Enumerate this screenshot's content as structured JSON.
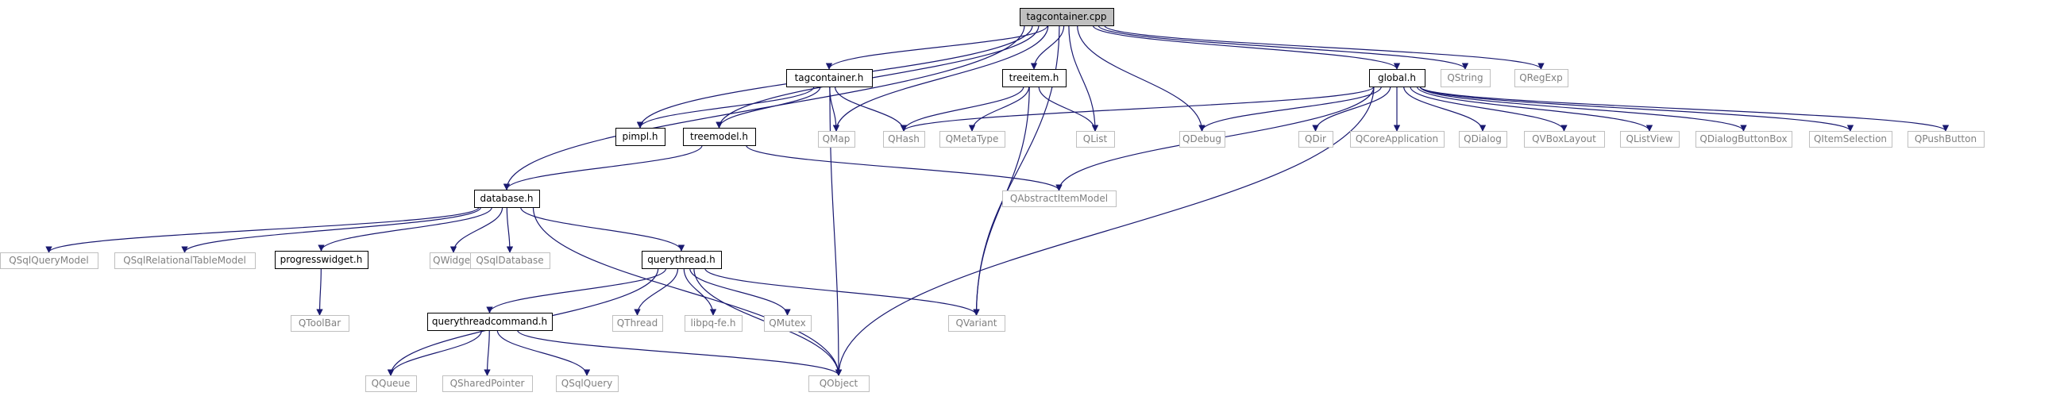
{
  "diagram": {
    "nodes": [
      {
        "id": "tagcontainer_cpp",
        "label": "tagcontainer.cpp",
        "style": "root"
      },
      {
        "id": "tagcontainer_h",
        "label": "tagcontainer.h",
        "style": "local"
      },
      {
        "id": "treeitem_h",
        "label": "treeitem.h",
        "style": "local"
      },
      {
        "id": "global_h",
        "label": "global.h",
        "style": "local"
      },
      {
        "id": "QString",
        "label": "QString",
        "style": "external"
      },
      {
        "id": "QRegExp",
        "label": "QRegExp",
        "style": "external"
      },
      {
        "id": "pimpl_h",
        "label": "pimpl.h",
        "style": "local"
      },
      {
        "id": "treemodel_h",
        "label": "treemodel.h",
        "style": "local"
      },
      {
        "id": "QMap",
        "label": "QMap",
        "style": "external"
      },
      {
        "id": "QHash",
        "label": "QHash",
        "style": "external"
      },
      {
        "id": "QMetaType",
        "label": "QMetaType",
        "style": "external"
      },
      {
        "id": "QList",
        "label": "QList",
        "style": "external"
      },
      {
        "id": "QDebug",
        "label": "QDebug",
        "style": "external"
      },
      {
        "id": "QDir",
        "label": "QDir",
        "style": "external"
      },
      {
        "id": "QCoreApplication",
        "label": "QCoreApplication",
        "style": "external"
      },
      {
        "id": "QDialog",
        "label": "QDialog",
        "style": "external"
      },
      {
        "id": "QVBoxLayout",
        "label": "QVBoxLayout",
        "style": "external"
      },
      {
        "id": "QListView",
        "label": "QListView",
        "style": "external"
      },
      {
        "id": "QDialogButtonBox",
        "label": "QDialogButtonBox",
        "style": "external"
      },
      {
        "id": "QItemSelection",
        "label": "QItemSelection",
        "style": "external"
      },
      {
        "id": "QPushButton",
        "label": "QPushButton",
        "style": "external"
      },
      {
        "id": "QAbstractItemModel",
        "label": "QAbstractItemModel",
        "style": "external"
      },
      {
        "id": "database_h",
        "label": "database.h",
        "style": "local"
      },
      {
        "id": "QSqlQueryModel",
        "label": "QSqlQueryModel",
        "style": "external"
      },
      {
        "id": "QSqlRelationalTableModel",
        "label": "QSqlRelationalTableModel",
        "style": "external"
      },
      {
        "id": "progresswidget_h",
        "label": "progresswidget.h",
        "style": "local"
      },
      {
        "id": "QWidget",
        "label": "QWidget",
        "style": "external"
      },
      {
        "id": "QSqlDatabase",
        "label": "QSqlDatabase",
        "style": "external"
      },
      {
        "id": "querythread_h",
        "label": "querythread.h",
        "style": "local"
      },
      {
        "id": "QToolBar",
        "label": "QToolBar",
        "style": "external"
      },
      {
        "id": "QThread",
        "label": "QThread",
        "style": "external"
      },
      {
        "id": "libpq_fe_h",
        "label": "libpq-fe.h",
        "style": "external"
      },
      {
        "id": "QMutex",
        "label": "QMutex",
        "style": "external"
      },
      {
        "id": "QVariant",
        "label": "QVariant",
        "style": "external"
      },
      {
        "id": "querythreadcommand_h",
        "label": "querythreadcommand.h",
        "style": "local"
      },
      {
        "id": "QQueue",
        "label": "QQueue",
        "style": "external"
      },
      {
        "id": "QSharedPointer",
        "label": "QSharedPointer",
        "style": "external"
      },
      {
        "id": "QSqlQuery",
        "label": "QSqlQuery",
        "style": "external"
      },
      {
        "id": "QObject",
        "label": "QObject",
        "style": "external"
      }
    ],
    "edges": [
      [
        "tagcontainer_cpp",
        "tagcontainer_h"
      ],
      [
        "tagcontainer_cpp",
        "treeitem_h"
      ],
      [
        "tagcontainer_cpp",
        "global_h"
      ],
      [
        "tagcontainer_cpp",
        "QString"
      ],
      [
        "tagcontainer_cpp",
        "QRegExp"
      ],
      [
        "tagcontainer_cpp",
        "pimpl_h"
      ],
      [
        "tagcontainer_cpp",
        "treemodel_h"
      ],
      [
        "tagcontainer_cpp",
        "database_h"
      ],
      [
        "tagcontainer_cpp",
        "QMap"
      ],
      [
        "tagcontainer_cpp",
        "QList"
      ],
      [
        "tagcontainer_cpp",
        "QDebug"
      ],
      [
        "tagcontainer_cpp",
        "QVariant"
      ],
      [
        "tagcontainer_h",
        "pimpl_h"
      ],
      [
        "tagcontainer_h",
        "treemodel_h"
      ],
      [
        "tagcontainer_h",
        "QMap"
      ],
      [
        "tagcontainer_h",
        "QHash"
      ],
      [
        "tagcontainer_h",
        "QObject"
      ],
      [
        "treeitem_h",
        "QHash"
      ],
      [
        "treeitem_h",
        "QMetaType"
      ],
      [
        "treeitem_h",
        "QList"
      ],
      [
        "treeitem_h",
        "QVariant"
      ],
      [
        "global_h",
        "QHash"
      ],
      [
        "global_h",
        "QDebug"
      ],
      [
        "global_h",
        "QDir"
      ],
      [
        "global_h",
        "QCoreApplication"
      ],
      [
        "global_h",
        "QDialog"
      ],
      [
        "global_h",
        "QVBoxLayout"
      ],
      [
        "global_h",
        "QListView"
      ],
      [
        "global_h",
        "QDialogButtonBox"
      ],
      [
        "global_h",
        "QItemSelection"
      ],
      [
        "global_h",
        "QPushButton"
      ],
      [
        "global_h",
        "QAbstractItemModel"
      ],
      [
        "global_h",
        "QObject"
      ],
      [
        "treemodel_h",
        "database_h"
      ],
      [
        "treemodel_h",
        "QAbstractItemModel"
      ],
      [
        "database_h",
        "QSqlQueryModel"
      ],
      [
        "database_h",
        "QSqlRelationalTableModel"
      ],
      [
        "database_h",
        "progresswidget_h"
      ],
      [
        "database_h",
        "QWidget"
      ],
      [
        "database_h",
        "QSqlDatabase"
      ],
      [
        "database_h",
        "querythread_h"
      ],
      [
        "database_h",
        "QObject"
      ],
      [
        "progresswidget_h",
        "QToolBar"
      ],
      [
        "querythread_h",
        "QQueue"
      ],
      [
        "querythread_h",
        "querythreadcommand_h"
      ],
      [
        "querythread_h",
        "QThread"
      ],
      [
        "querythread_h",
        "libpq_fe_h"
      ],
      [
        "querythread_h",
        "QMutex"
      ],
      [
        "querythread_h",
        "QVariant"
      ],
      [
        "querythread_h",
        "QObject"
      ],
      [
        "querythreadcommand_h",
        "QQueue"
      ],
      [
        "querythreadcommand_h",
        "QSharedPointer"
      ],
      [
        "querythreadcommand_h",
        "QSqlQuery"
      ],
      [
        "querythreadcommand_h",
        "QObject"
      ]
    ],
    "colors": {
      "edge": "#191970",
      "root_fill": "#bfbfbf",
      "local_border": "#000000",
      "external_border": "#bfbfbf",
      "external_text": "#808080",
      "text": "#000000"
    }
  }
}
